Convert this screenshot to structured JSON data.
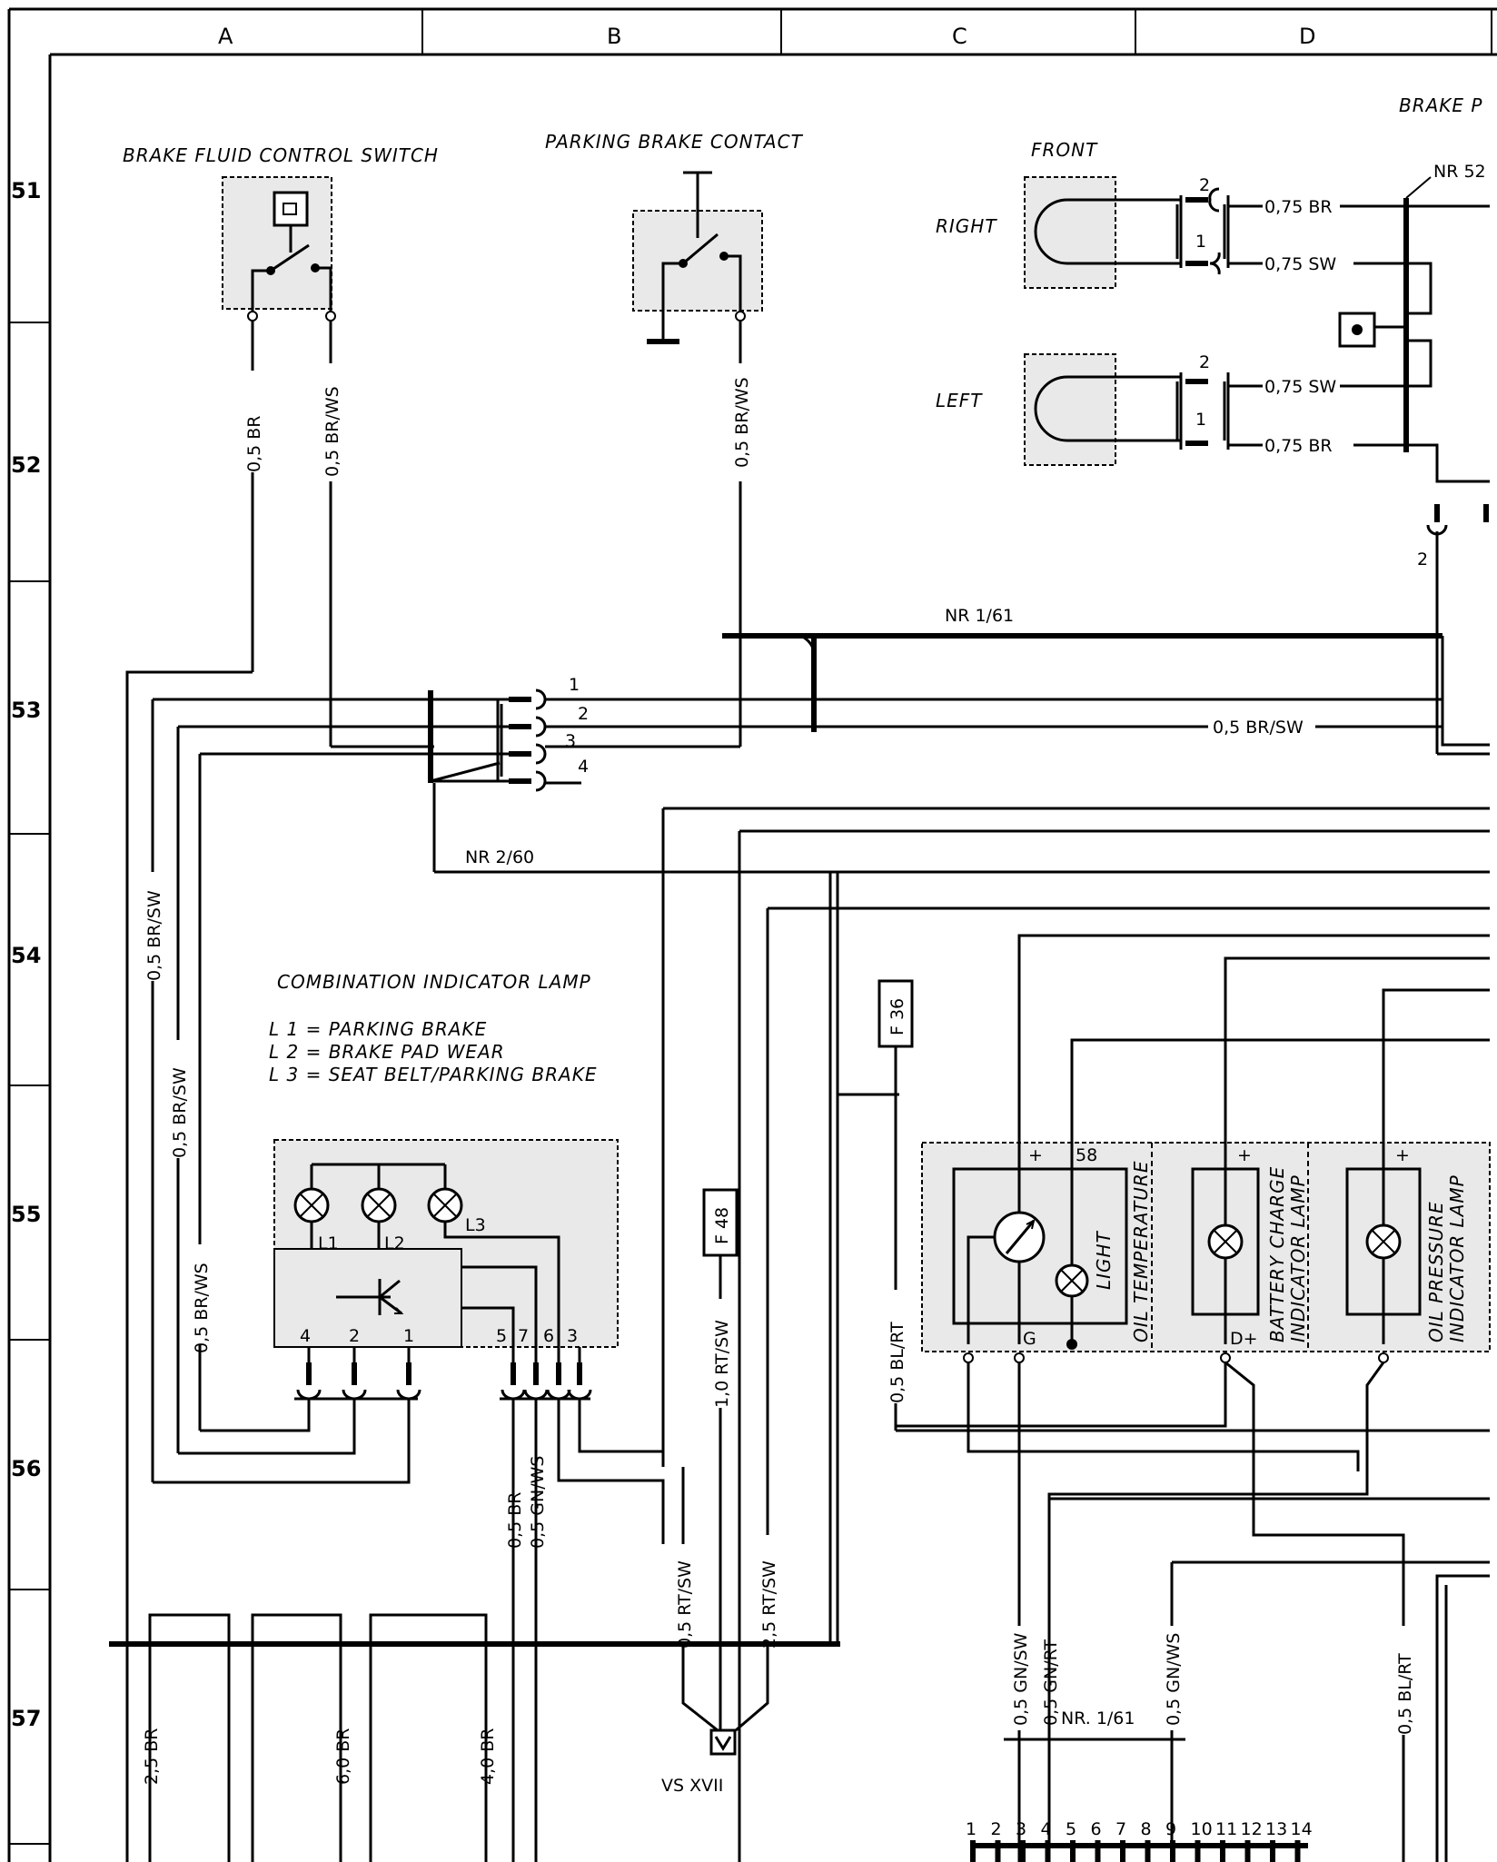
{
  "grid": {
    "columns": [
      "A",
      "B",
      "C",
      "D"
    ],
    "rows": [
      "51",
      "52",
      "53",
      "54",
      "55",
      "56",
      "57"
    ]
  },
  "labels": {
    "brake_fluid_control_switch": "BRAKE FLUID CONTROL SWITCH",
    "parking_brake_contact": "PARKING BRAKE CONTACT",
    "front": "FRONT",
    "right": "RIGHT",
    "left": "LEFT",
    "brake_partial": "BRAKE P",
    "combination_indicator_lamp": "COMBINATION INDICATOR LAMP",
    "legend_l1": "L 1 = PARKING BRAKE",
    "legend_l2": "L 2 = BRAKE PAD WEAR",
    "legend_l3": "L 3 = SEAT BELT/PARKING BRAKE",
    "oil_temperature": "OIL TEMPERATURE",
    "light": "LIGHT",
    "battery_charge_1": "BATTERY CHARGE",
    "battery_charge_2": "INDICATOR LAMP",
    "oil_pressure_1": "OIL PRESSURE",
    "oil_pressure_2": "INDICATOR LAMP",
    "connector_vs": "VS  XVII"
  },
  "fuses": {
    "f36": "F 36",
    "f48": "F 48"
  },
  "nodes": {
    "nr52": "NR 52",
    "nr161_top": "NR  1/61",
    "nr260": "NR  2/60",
    "nr161_bottom": "NR.  1/61"
  },
  "wires": {
    "brake_fluid_br": "0,5  BR",
    "brake_fluid_brws": "0,5  BR/WS",
    "parking_brws": "0,5  BR/WS",
    "right_br": "0,75  BR",
    "right_sw": "0,75  SW",
    "left_sw": "0,75  SW",
    "left_br": "0,75  BR",
    "brsw_53": "0,5  BR/SW",
    "left_brsw_1": "0,5  BR/SW",
    "left_brsw_2": "0,5  BR/SW",
    "left_brws": "0,5  BR/WS",
    "lamp_br": "0,5  BR",
    "lamp_gnws": "0,5  GN/WS",
    "rtsw_05": "0,5  RT/SW",
    "rtsw_10": "1,0  RT/SW",
    "rtsw_25": "2,5  RT/SW",
    "blrt_55": "0,5  BL/RT",
    "gnsw": "0,5  GN/SW",
    "gnrt": "0,5  GN/RT",
    "gnws_57": "0,5  GN/WS",
    "blrt_57": "0,5 BL/RT",
    "br_25": "2,5  BR",
    "br_60": "6,0  BR",
    "br_40": "4,0  BR"
  },
  "pins": {
    "p1": "1",
    "p2": "2",
    "p3": "3",
    "p4": "4",
    "right_2": "2",
    "right_1": "1",
    "left_2": "2",
    "left_1": "1",
    "lamp_4": "4",
    "lamp_2": "2",
    "lamp_1": "1",
    "lamp_5": "5",
    "lamp_7": "7",
    "lamp_6": "6",
    "lamp_3": "3",
    "l1": "L1",
    "l2": "L2",
    "l3": "L3",
    "g": "G",
    "s8": "58",
    "d_plus": "D+",
    "brake_2": "2",
    "plus1": "+",
    "plus2": "+",
    "plus3": "+"
  },
  "terminal_numbers": [
    "1",
    "2",
    "3",
    "4",
    "5",
    "6",
    "7",
    "8",
    "9",
    "10",
    "11",
    "12",
    "13",
    "14"
  ]
}
